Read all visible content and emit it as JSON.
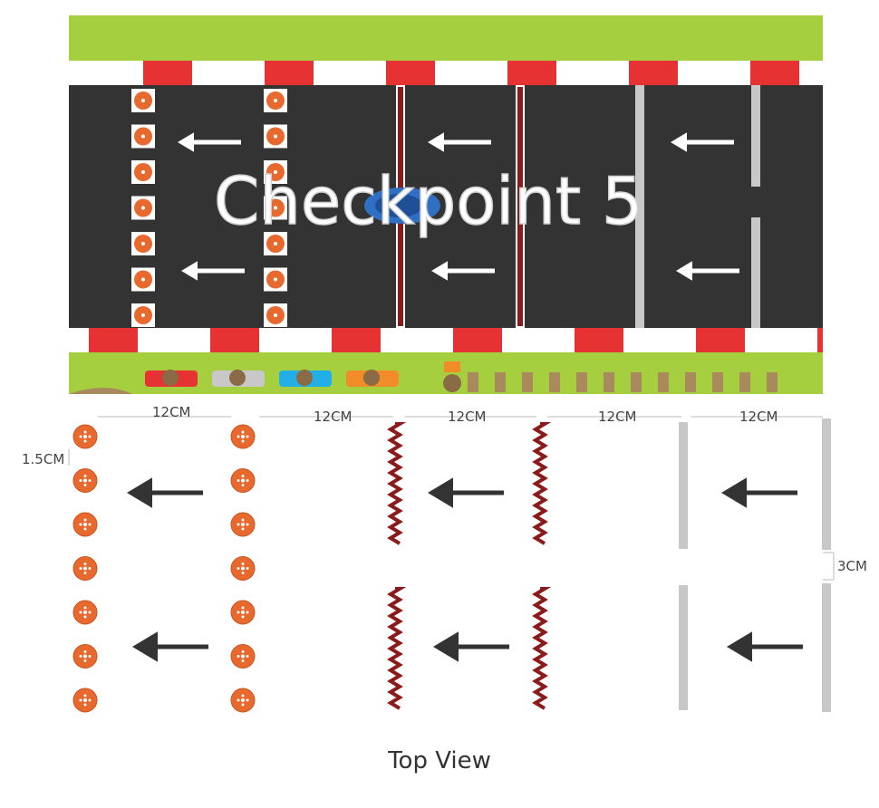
{
  "track": {
    "title": "Checkpoint 5"
  },
  "dimensions": {
    "spacing_labels": [
      "12CM",
      "12CM",
      "12CM",
      "12CM",
      "12CM"
    ],
    "pin_gap_label": "1.5CM",
    "gate_gap_label": "3CM"
  },
  "caption": "Top View",
  "colors": {
    "grass": "#a6cf3f",
    "asphalt": "#333333",
    "curb_red": "#e63232",
    "curb_white": "#ffffff",
    "cone_orange": "#e8692e",
    "dark_red_strip": "#8b1a1a",
    "grey_strip": "#c8c8c8",
    "arrow_dark": "#333333",
    "car_blue": "#2f6fc4"
  },
  "icons": [
    "cone-marker-icon",
    "arrow-left-icon",
    "car-icon",
    "kart-icon"
  ]
}
